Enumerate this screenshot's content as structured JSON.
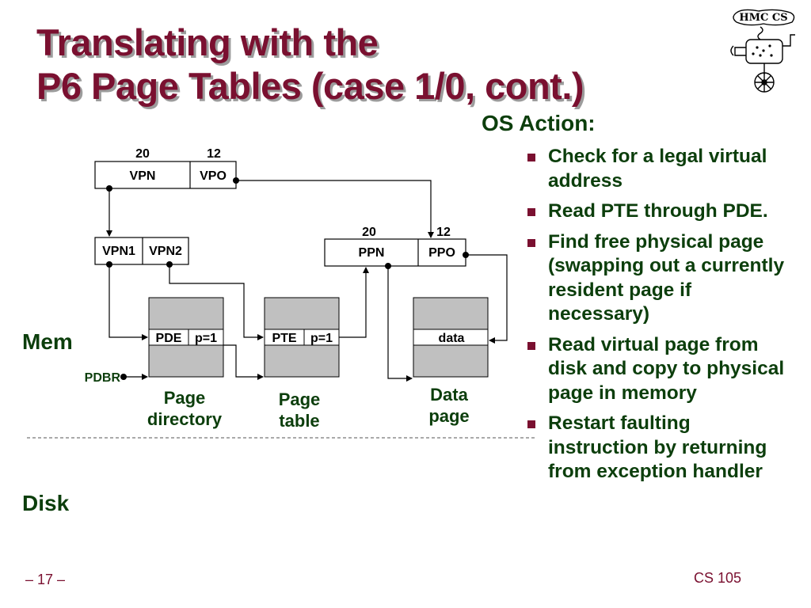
{
  "slide": {
    "title_line1": "Translating with the",
    "title_line2": "P6 Page Tables (case 1/0, cont.)",
    "os_heading": "OS Action:",
    "bullets": [
      "Check for a legal virtual address",
      "Read PTE through PDE.",
      "Find free physical page (swapping out a currently resident page if necessary)",
      "Read virtual page from disk and copy to physical page in memory",
      "Restart faulting instruction by returning from exception handler"
    ],
    "mem_label": "Mem",
    "disk_label": "Disk",
    "page_number": "– 17 –",
    "course": "CS 105"
  },
  "logo": {
    "text": "HMC CS"
  },
  "diagram": {
    "va_bits_vpn": "20",
    "va_bits_vpo": "12",
    "vpn_label": "VPN",
    "vpo_label": "VPO",
    "vpn1_label": "VPN1",
    "vpn2_label": "VPN2",
    "pa_bits_ppn": "20",
    "pa_bits_ppo": "12",
    "ppn_label": "PPN",
    "ppo_label": "PPO",
    "pde_label": "PDE",
    "pde_present": "p=1",
    "pte_label": "PTE",
    "pte_present": "p=1",
    "data_label": "data",
    "pdbr_label": "PDBR",
    "page_directory_line1": "Page",
    "page_directory_line2": "directory",
    "page_table_line1": "Page",
    "page_table_line2": "table",
    "data_page_line1": "Data",
    "data_page_line2": "page"
  },
  "colors": {
    "title": "#7a1030",
    "text": "#0c3e0c",
    "bullet": "#7a1030",
    "table_fill": "#c0c0c0"
  }
}
